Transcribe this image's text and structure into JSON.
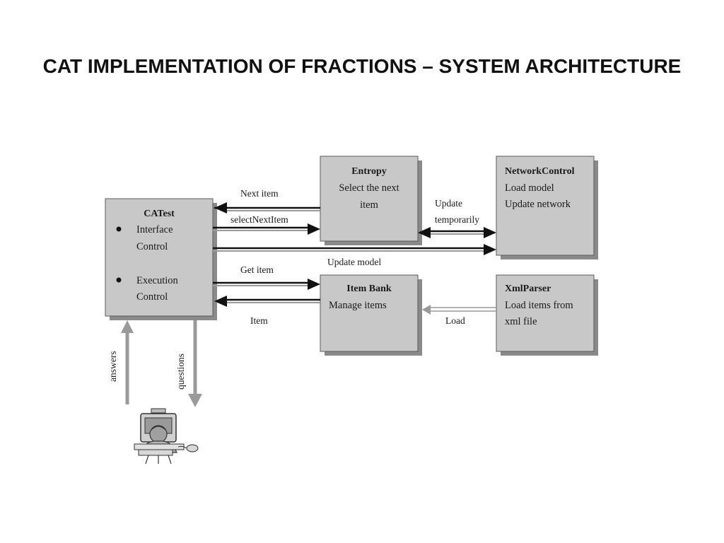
{
  "slide": {
    "title": "CAT IMPLEMENTATION OF FRACTIONS – SYSTEM ARCHITECTURE"
  },
  "colors": {
    "box_fill": "#c8c8c8",
    "box_shadow": "#8a8a8a",
    "arrow_dark": "#111111",
    "arrow_light": "#9a9a9a"
  },
  "diagram": {
    "catest": {
      "title": "CATest",
      "item1_line1": "Interface",
      "item1_line2": "Control",
      "item2_line1": "Execution",
      "item2_line2": "Control"
    },
    "entropy": {
      "title": "Entropy",
      "line1": "Select the next",
      "line2": "item"
    },
    "network_control": {
      "title": "NetworkControl",
      "line1": "Load model",
      "line2": "Update network"
    },
    "item_bank": {
      "title": "Item Bank",
      "line1": "Manage items"
    },
    "xml_parser": {
      "title": "XmlParser",
      "line1": "Load items from",
      "line2": "xml file"
    },
    "labels": {
      "next_item": "Next item",
      "select_next_item": "selectNextItem",
      "update_temporarily_1": "Update",
      "update_temporarily_2": "temporarily",
      "update_model": "Update model",
      "get_item": "Get item",
      "item": "Item",
      "load": "Load",
      "answers": "answers",
      "questions": "questions"
    },
    "user_icon": "person-at-computer-icon"
  }
}
